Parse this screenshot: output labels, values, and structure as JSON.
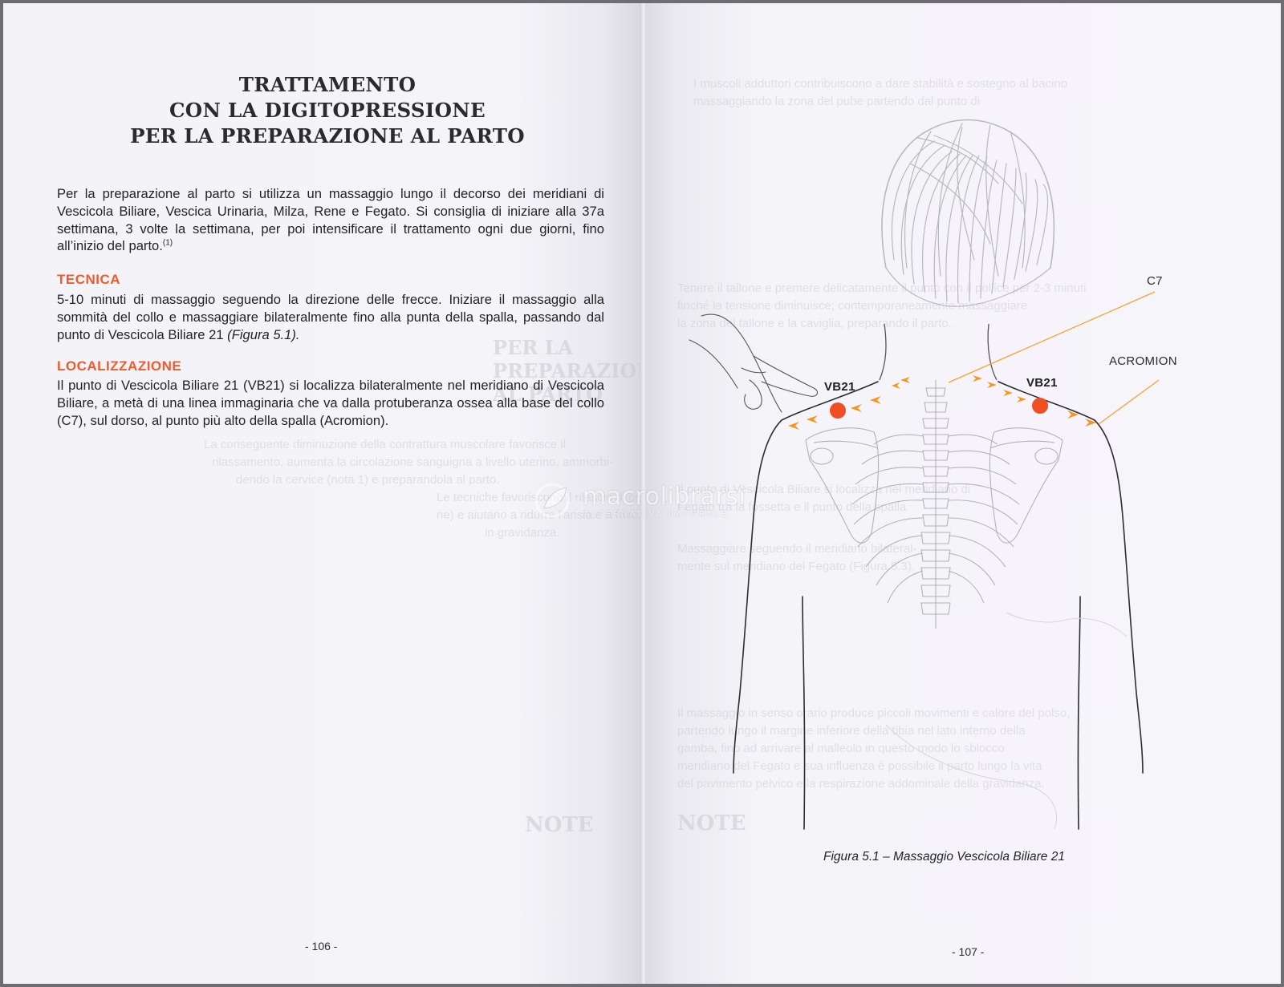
{
  "left_page": {
    "title_lines": [
      "TRATTAMENTO",
      "CON LA DIGITOPRESSIONE",
      "PER LA PREPARAZIONE AL PARTO"
    ],
    "intro": "Per la preparazione al parto si utilizza un massaggio lungo il decorso dei meridiani di Vescicola Biliare, Vescica Urinaria, Milza, Rene e Fegato. Si consiglia di iniziare alla 37a settimana, 3 volte la settimana, per poi intensificare il trattamento ogni due giorni, fino all’inizio del parto.",
    "intro_note": "(1)",
    "tecnica_heading": "TECNICA",
    "tecnica_text": "5-10 minuti di massaggio seguendo la direzione delle frecce. Iniziare il massaggio alla sommità del collo e massaggiare bilateralmente fino alla punta della spalla, passando dal punto di Vescicola Biliare 21 ",
    "tecnica_ref": "(Figura 5.1).",
    "loc_heading": "LOCALIZZAZIONE",
    "loc_text": "Il punto di Vescicola Biliare 21 (VB21) si localizza bilateralmente nel meridiano di Vescicola Biliare, a metà di una linea immaginaria che va dalla protuberanza ossea alla base del collo (C7), sul dorso, al punto più alto della spalla (Acromion).",
    "page_number": "- 106 -"
  },
  "right_page": {
    "figure_labels": {
      "vb21_left": "VB21",
      "vb21_right": "VB21",
      "c7": "C7",
      "acromion": "ACROMION"
    },
    "caption": "Figura 5.1 – Massaggio Vescicola Biliare 21",
    "page_number": "- 107 -"
  },
  "watermark": {
    "text": "macrolibrarsi",
    "subtext": "ALTERNATIVA NATURALE"
  },
  "colors": {
    "accent": "#ef5b2a",
    "point": "#f04e23",
    "arrow": "#f7941d",
    "line": "#f7a234",
    "text": "#232326"
  }
}
